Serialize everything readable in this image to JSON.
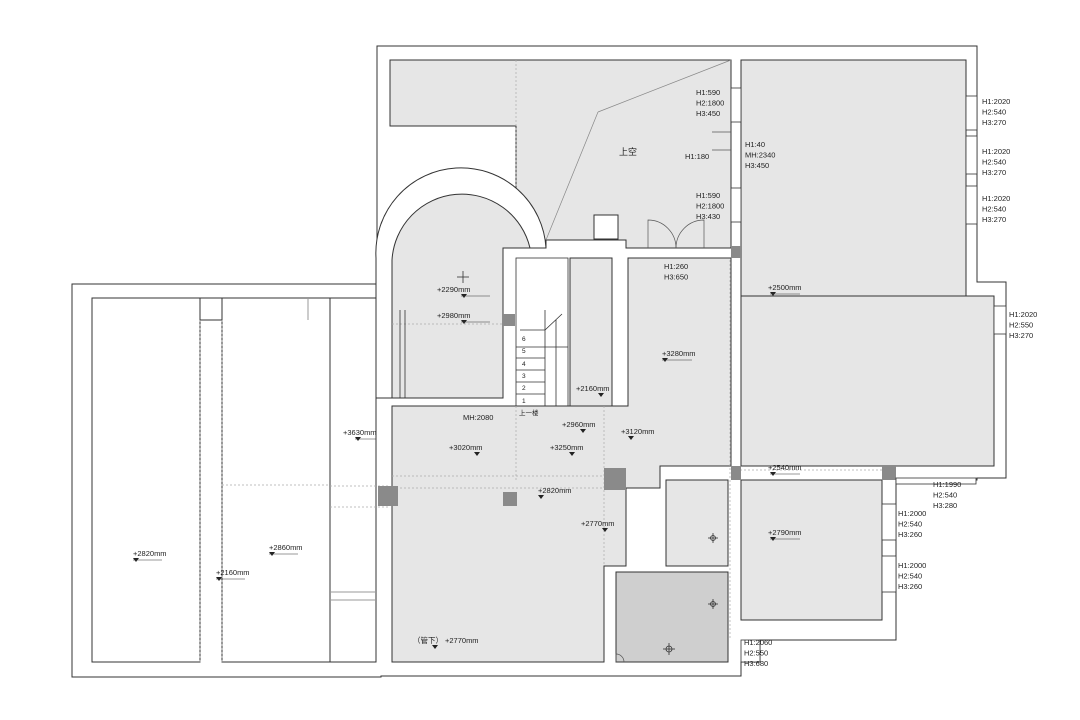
{
  "plan": {
    "room_label_void": "上空",
    "stair_label": "上一楼",
    "stair_steps": [
      "6",
      "5",
      "4",
      "3",
      "2",
      "1"
    ],
    "under_pipe_label": "（管下）",
    "mh_stair": "MH:2080",
    "elevations": {
      "e2290": "+2290mm",
      "e2980": "+2980mm",
      "e3630": "+3630mm",
      "e3020": "+3020mm",
      "e3250": "+3250mm",
      "e2960": "+2960mm",
      "e3120": "+3120mm",
      "e2160a": "+2160mm",
      "e3280": "+3280mm",
      "e2500": "+2500mm",
      "e2540": "+2540mm",
      "e2820a": "+2820mm",
      "e2770a": "+2770mm",
      "e2790": "+2790mm",
      "e2820b": "+2820mm",
      "e2160b": "+2160mm",
      "e2860": "+2860mm",
      "e2770b": "+2770mm"
    },
    "window_tags": {
      "w_top_left_1": [
        "H1:590",
        "H2:1800",
        "H3:450"
      ],
      "w_mid_door": [
        "H1:40",
        "MH:2340",
        "H3:450"
      ],
      "w_mid_h1": [
        "H1:180"
      ],
      "w_top_left_2": [
        "H1:590",
        "H2:1800",
        "H3:430"
      ],
      "w_door_bottom": [
        "H1:260",
        "H3:650"
      ],
      "w_right_1": [
        "H1:2020",
        "H2:540",
        "H3:270"
      ],
      "w_right_2": [
        "H1:2020",
        "H2:540",
        "H3:270"
      ],
      "w_right_3": [
        "H1:2020",
        "H2:540",
        "H3:270"
      ],
      "w_right_4": [
        "H1:2020",
        "H2:550",
        "H3:270"
      ],
      "w_right_5": [
        "H1:1990",
        "H2:540",
        "H3:280"
      ],
      "w_right_6": [
        "H1:2000",
        "H2:540",
        "H3:260"
      ],
      "w_right_7": [
        "H1:2000",
        "H2:540",
        "H3:260"
      ],
      "w_bottom": [
        "H1:2060",
        "H2:550",
        "H3:680"
      ]
    },
    "colors": {
      "wall": "#ffffff",
      "wall_stroke": "#333333",
      "floor": "#e6e6e6",
      "floor_dark": "#cfcfcf",
      "column": "#8a8a8a",
      "dashed": "#999999"
    }
  }
}
